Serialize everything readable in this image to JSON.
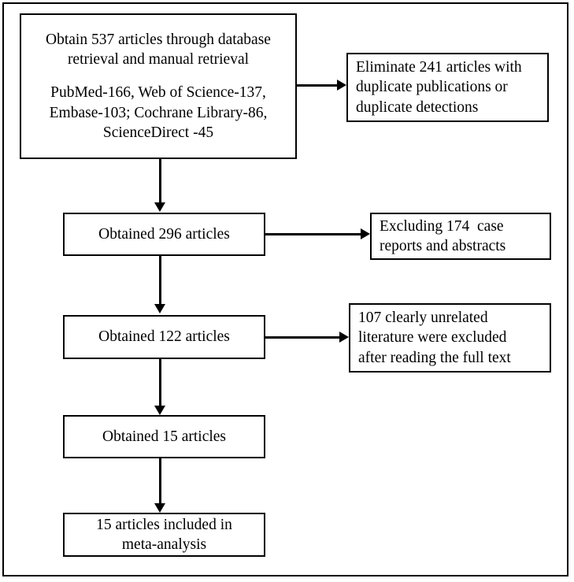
{
  "figure": {
    "type": "flowchart",
    "subject": "Literature screening / PRISMA-style study selection",
    "frame_color": "#000000",
    "background_color": "#ffffff",
    "box_border_color": "#000000",
    "text_color": "#000000"
  },
  "boxes": {
    "source": {
      "id": "box-source",
      "align": "center",
      "paragraphs": [
        [
          "Obtain 537 articles through database",
          "retrieval and manual retrieval"
        ],
        [
          "PubMed-166, Web of Science-137,",
          "Embase-103; Cochrane Library-86,",
          "ScienceDirect -45"
        ]
      ]
    },
    "duplicates": {
      "id": "box-duplicates",
      "align": "left",
      "paragraphs": [
        [
          "Eliminate 241 articles with",
          "duplicate publications or",
          "duplicate detections"
        ]
      ]
    },
    "obtained_296": {
      "id": "box-296",
      "align": "center",
      "paragraphs": [
        [
          "Obtained 296 articles"
        ]
      ]
    },
    "excluded_case_reports": {
      "id": "box-excluded-case",
      "align": "left",
      "paragraphs": [
        [
          "Excluding 174  case",
          "reports and abstracts"
        ]
      ]
    },
    "obtained_122": {
      "id": "box-122",
      "align": "center",
      "paragraphs": [
        [
          "Obtained 122 articles"
        ]
      ]
    },
    "excluded_unrelated": {
      "id": "box-unrelated",
      "align": "left",
      "paragraphs": [
        [
          "107 clearly unrelated",
          "literature were excluded",
          "after reading the full text"
        ]
      ]
    },
    "obtained_15": {
      "id": "box-15",
      "align": "center",
      "paragraphs": [
        [
          "Obtained 15 articles"
        ]
      ]
    },
    "included_meta": {
      "id": "box-meta",
      "align": "center",
      "paragraphs": [
        [
          "15 articles included in",
          "meta-analysis"
        ]
      ]
    }
  },
  "counts": {
    "total_retrieved": 537,
    "pubmed": 166,
    "web_of_science": 137,
    "embase": 103,
    "cochrane_library": 86,
    "science_direct": 45,
    "duplicates_removed": 241,
    "after_duplicates": 296,
    "case_reports_abstracts_removed": 174,
    "after_case_reports": 122,
    "unrelated_removed": 107,
    "after_full_text": 15,
    "included_in_meta_analysis": 15
  },
  "connectors": [
    {
      "name": "source-to-296",
      "direction": "down"
    },
    {
      "name": "source-to-duplicates",
      "direction": "right"
    },
    {
      "name": "296-to-122",
      "direction": "down"
    },
    {
      "name": "296-to-excluded-case",
      "direction": "right"
    },
    {
      "name": "122-to-15",
      "direction": "down"
    },
    {
      "name": "122-to-excluded-unrelated",
      "direction": "right"
    },
    {
      "name": "15-to-meta",
      "direction": "down"
    }
  ]
}
